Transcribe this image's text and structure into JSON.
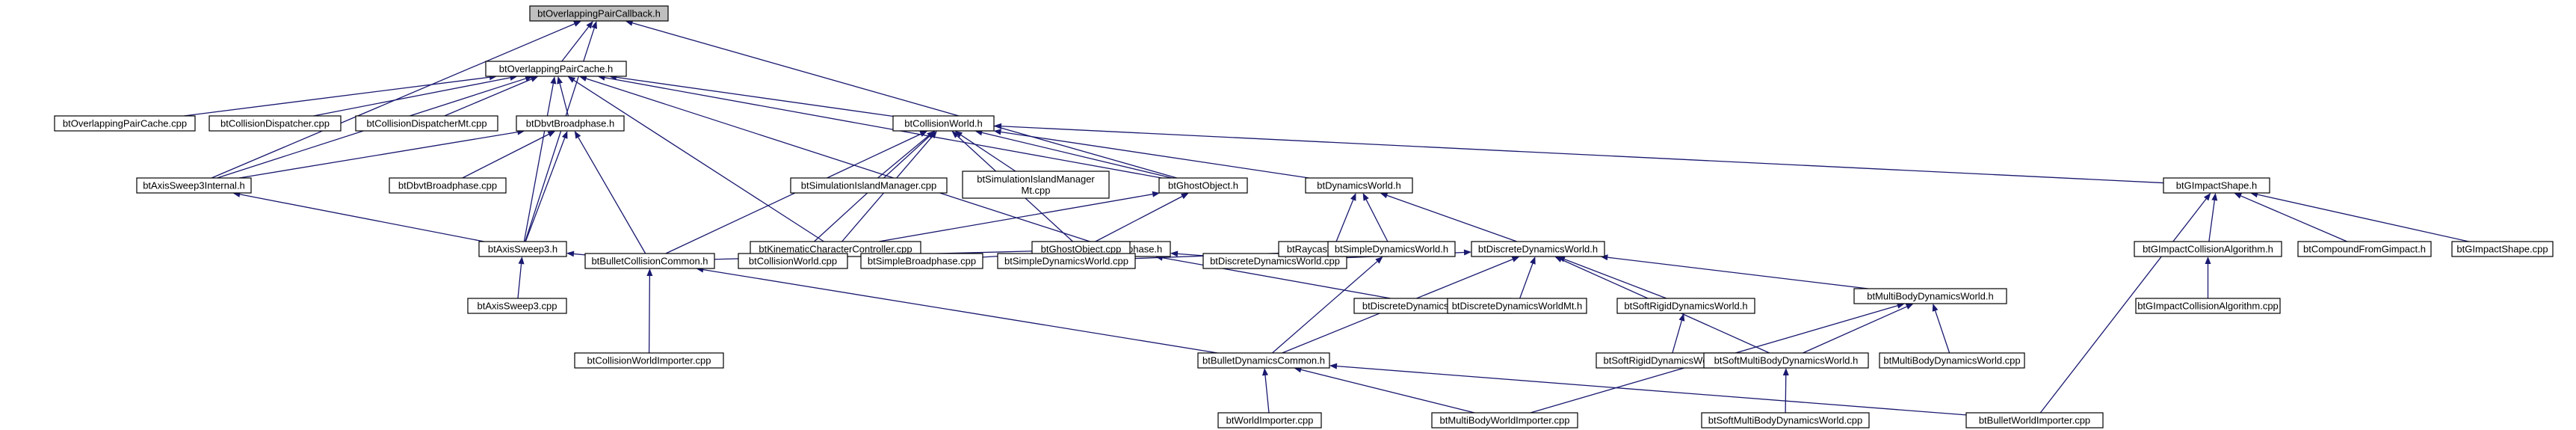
{
  "graph": {
    "root": "n0",
    "colors": {
      "edge": "#191970",
      "root_fill": "#bfbfbf",
      "node_fill": "#ffffff",
      "node_stroke": "#000000"
    },
    "nodes": [
      {
        "id": "n0",
        "label": "btOverlappingPairCallback.h",
        "root": true
      },
      {
        "id": "n1",
        "label": "btOverlappingPairCache.h"
      },
      {
        "id": "n2",
        "label": "btAxisSweep3Internal.h"
      },
      {
        "id": "n3",
        "label": "btAxisSweep3.h"
      },
      {
        "id": "n4",
        "label": "btGhostObject.h"
      },
      {
        "id": "n5",
        "label": "btOverlappingPairCache.cpp"
      },
      {
        "id": "n6",
        "label": "btCollisionDispatcher.cpp"
      },
      {
        "id": "n7",
        "label": "btCollisionDispatcherMt.cpp"
      },
      {
        "id": "n8",
        "label": "btDbvtBroadphase.h"
      },
      {
        "id": "n9",
        "label": "btCollisionWorld.h"
      },
      {
        "id": "n10",
        "label": "btKinematicCharacterController.cpp"
      },
      {
        "id": "n11",
        "label": "btSimpleBroadphase.h"
      },
      {
        "id": "n12",
        "label": "btDbvtBroadphase.cpp"
      },
      {
        "id": "n13",
        "label": "btBulletCollisionCommon.h"
      },
      {
        "id": "n14",
        "label": "btSimulationIslandManager.cpp"
      },
      {
        "id": "n15",
        "label": [
          "btSimulationIslandManager",
          "Mt.cpp"
        ]
      },
      {
        "id": "n16",
        "label": "btDynamicsWorld.h"
      },
      {
        "id": "n17",
        "label": "btGImpactShape.h"
      },
      {
        "id": "n18",
        "label": "btAxisSweep3.cpp"
      },
      {
        "id": "n19",
        "label": "btCollisionWorldImporter.cpp"
      },
      {
        "id": "n20",
        "label": "btGhostObject.cpp"
      },
      {
        "id": "n21",
        "label": "btCollisionWorld.cpp"
      },
      {
        "id": "n22",
        "label": "btSimpleBroadphase.cpp"
      },
      {
        "id": "n23",
        "label": "btSimpleDynamicsWorld.cpp"
      },
      {
        "id": "n24",
        "label": "btDiscreteDynamicsWorld.cpp"
      },
      {
        "id": "n25",
        "label": "btDiscreteDynamicsWorldMt.cpp"
      },
      {
        "id": "n26",
        "label": "btRaycastVehicle.cpp"
      },
      {
        "id": "n27",
        "label": "btSimpleDynamicsWorld.h"
      },
      {
        "id": "n28",
        "label": "btDiscreteDynamicsWorld.h"
      },
      {
        "id": "n29",
        "label": "btBulletDynamicsCommon.h"
      },
      {
        "id": "n30",
        "label": "btDiscreteDynamicsWorldMt.h"
      },
      {
        "id": "n31",
        "label": "btSoftRigidDynamicsWorld.h"
      },
      {
        "id": "n32",
        "label": "btMultiBodyDynamicsWorld.h"
      },
      {
        "id": "n33",
        "label": "btSoftRigidDynamicsWorld.cpp"
      },
      {
        "id": "n34",
        "label": "btSoftMultiBodyDynamicsWorld.h"
      },
      {
        "id": "n35",
        "label": "btMultiBodyDynamicsWorld.cpp"
      },
      {
        "id": "n36",
        "label": "btSoftMultiBodyDynamicsWorld.cpp"
      },
      {
        "id": "n37",
        "label": "btWorldImporter.cpp"
      },
      {
        "id": "n38",
        "label": "btMultiBodyWorldImporter.cpp"
      },
      {
        "id": "n39",
        "label": "btBulletWorldImporter.cpp"
      },
      {
        "id": "n40",
        "label": "btGImpactCollisionAlgorithm.h"
      },
      {
        "id": "n41",
        "label": "btCompoundFromGimpact.h"
      },
      {
        "id": "n42",
        "label": "btGImpactShape.cpp"
      },
      {
        "id": "n43",
        "label": "btGImpactCollisionAlgorithm.cpp"
      }
    ],
    "edges": [
      [
        "n0",
        "n1"
      ],
      [
        "n0",
        "n2"
      ],
      [
        "n0",
        "n3"
      ],
      [
        "n0",
        "n4"
      ],
      [
        "n1",
        "n5"
      ],
      [
        "n1",
        "n6"
      ],
      [
        "n1",
        "n7"
      ],
      [
        "n1",
        "n8"
      ],
      [
        "n1",
        "n9"
      ],
      [
        "n1",
        "n2"
      ],
      [
        "n1",
        "n3"
      ],
      [
        "n1",
        "n4"
      ],
      [
        "n1",
        "n10"
      ],
      [
        "n1",
        "n11"
      ],
      [
        "n8",
        "n2"
      ],
      [
        "n8",
        "n12"
      ],
      [
        "n8",
        "n3"
      ],
      [
        "n8",
        "n13"
      ],
      [
        "n2",
        "n3"
      ],
      [
        "n3",
        "n18"
      ],
      [
        "n3",
        "n13"
      ],
      [
        "n9",
        "n14"
      ],
      [
        "n9",
        "n15"
      ],
      [
        "n9",
        "n4"
      ],
      [
        "n9",
        "n16"
      ],
      [
        "n9",
        "n10"
      ],
      [
        "n9",
        "n20"
      ],
      [
        "n9",
        "n13"
      ],
      [
        "n9",
        "n21"
      ],
      [
        "n9",
        "n17"
      ],
      [
        "n4",
        "n10"
      ],
      [
        "n4",
        "n20"
      ],
      [
        "n11",
        "n13"
      ],
      [
        "n11",
        "n22"
      ],
      [
        "n11",
        "n23"
      ],
      [
        "n11",
        "n24"
      ],
      [
        "n11",
        "n25"
      ],
      [
        "n13",
        "n19"
      ],
      [
        "n13",
        "n29"
      ],
      [
        "n16",
        "n26"
      ],
      [
        "n16",
        "n27"
      ],
      [
        "n16",
        "n28"
      ],
      [
        "n27",
        "n23"
      ],
      [
        "n27",
        "n29"
      ],
      [
        "n28",
        "n24"
      ],
      [
        "n28",
        "n29"
      ],
      [
        "n28",
        "n30"
      ],
      [
        "n28",
        "n31"
      ],
      [
        "n28",
        "n32"
      ],
      [
        "n28",
        "n34"
      ],
      [
        "n30",
        "n25"
      ],
      [
        "n31",
        "n33"
      ],
      [
        "n32",
        "n34"
      ],
      [
        "n32",
        "n35"
      ],
      [
        "n32",
        "n38"
      ],
      [
        "n34",
        "n36"
      ],
      [
        "n29",
        "n37"
      ],
      [
        "n29",
        "n38"
      ],
      [
        "n29",
        "n39"
      ],
      [
        "n17",
        "n40"
      ],
      [
        "n17",
        "n41"
      ],
      [
        "n17",
        "n42"
      ],
      [
        "n17",
        "n39"
      ],
      [
        "n40",
        "n43"
      ]
    ]
  }
}
